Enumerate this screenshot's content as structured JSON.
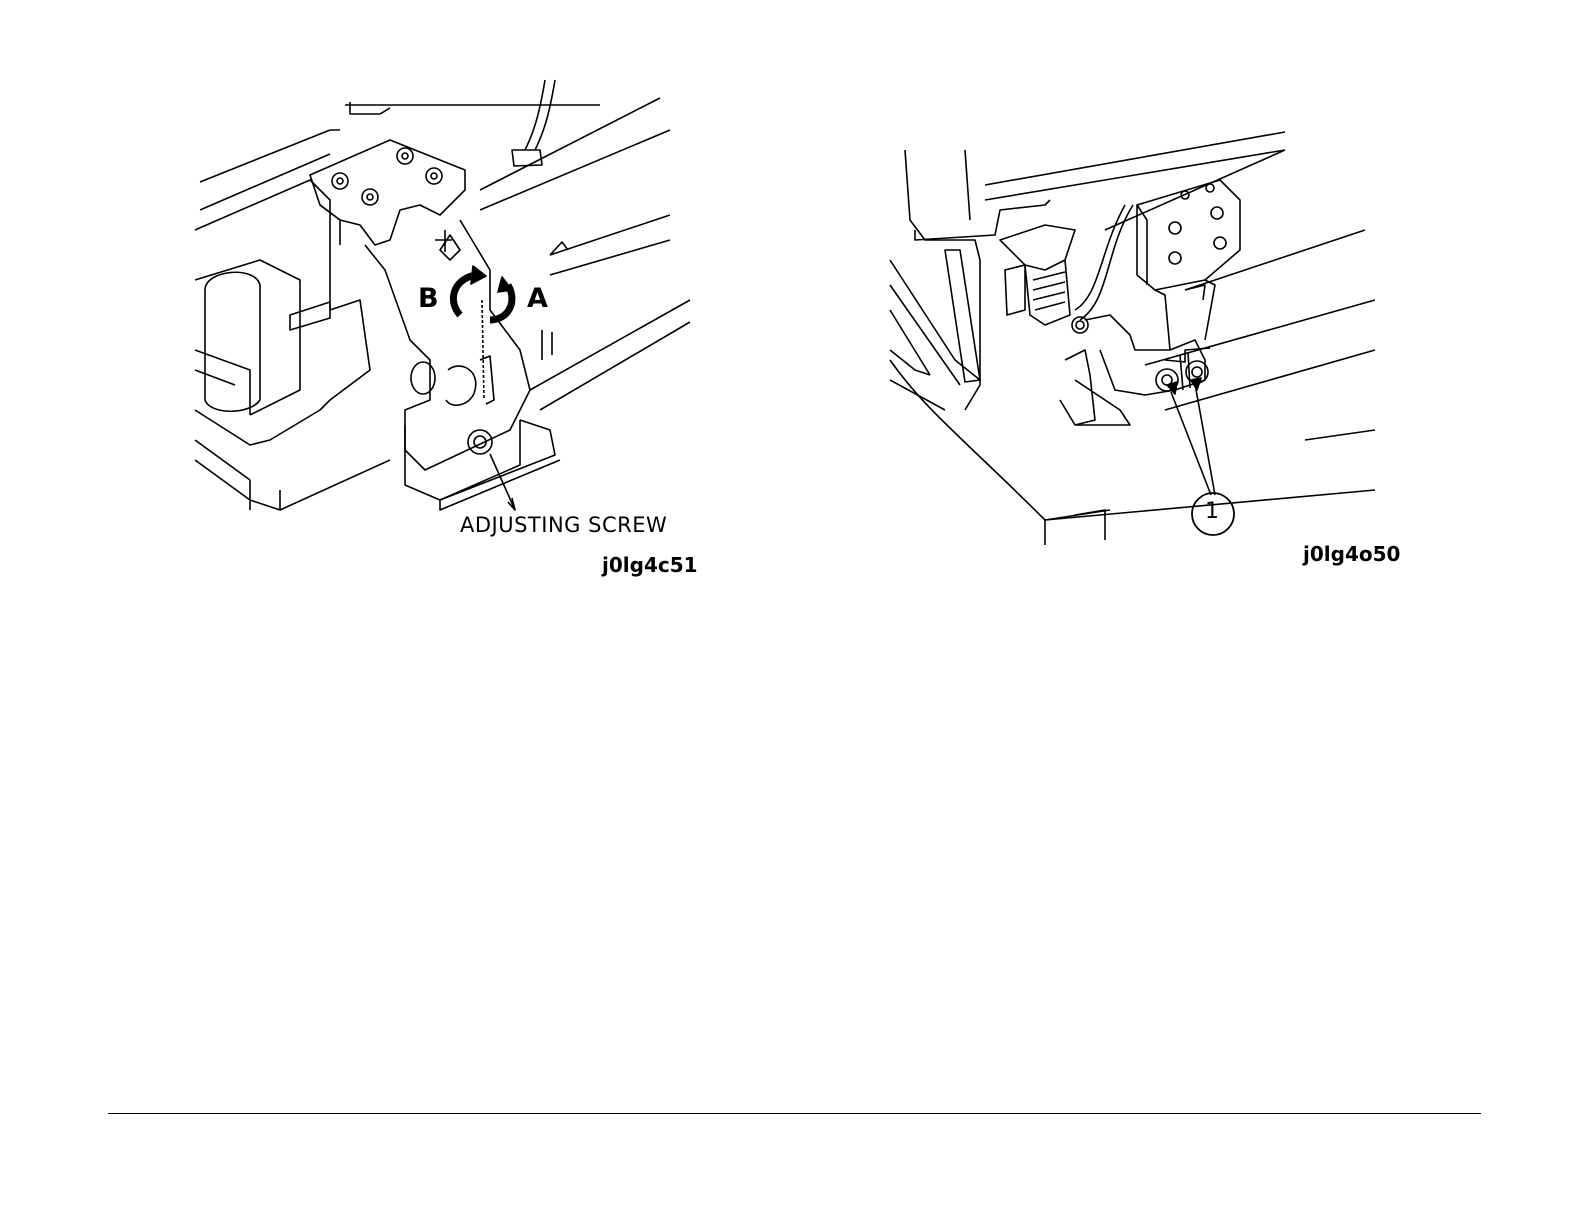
{
  "figures": [
    {
      "callout_label": "ADJUSTING SCREW",
      "direction_left": "B",
      "direction_right": "A",
      "figure_code": "j0lg4c51"
    },
    {
      "callout_number": "1",
      "figure_code": "j0lg4o50"
    }
  ],
  "colors": {
    "line": "#000000",
    "background": "#ffffff"
  }
}
